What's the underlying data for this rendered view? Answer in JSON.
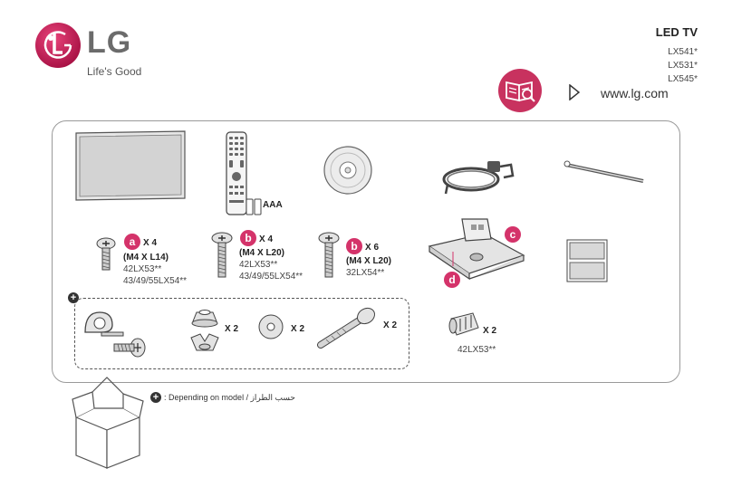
{
  "header": {
    "brand": "LG",
    "tagline": "Life's Good",
    "product_type": "LED TV",
    "models": [
      "LX541*",
      "LX531*",
      "LX545*"
    ],
    "website": "www.lg.com"
  },
  "accessories": {
    "battery_label": "AAA",
    "screws": [
      {
        "badge": "a",
        "qty": "X 4",
        "spec": "(M4 X L14)",
        "models": [
          "42LX53**",
          "43/49/55LX54**"
        ]
      },
      {
        "badge": "b",
        "qty": "X 4",
        "spec": "(M4 X L20)",
        "models": [
          "42LX53**",
          "43/49/55LX54**"
        ]
      },
      {
        "badge": "b",
        "qty": "X 6",
        "spec": "(M4 X L20)",
        "models": [
          "32LX54**"
        ]
      }
    ],
    "stand_parts": {
      "neck": "c",
      "base": "d"
    },
    "optional": {
      "nut_qty": "X 2",
      "washer_qty": "X 2",
      "bolt_qty": "X 2"
    },
    "spacer": {
      "qty": "X 2",
      "model": "42LX53**"
    }
  },
  "footnote": {
    "symbol": "+",
    "text": ": Depending on model / حسب الطراز"
  },
  "colors": {
    "accent": "#d4336a",
    "panel_border": "#9a9a9a"
  }
}
